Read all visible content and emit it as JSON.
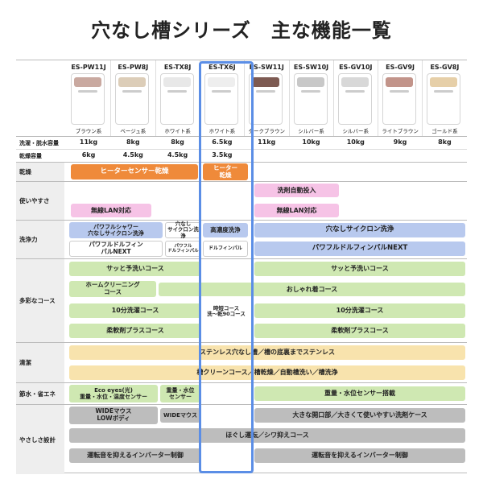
{
  "title": "穴なし槽シリーズ　主な機能一覧",
  "models": [
    {
      "name": "ES-PW11J",
      "color": "ブラウン系",
      "wash": "11kg",
      "dry": "6kg",
      "lid": "#c9a9a0"
    },
    {
      "name": "ES-PW8J",
      "color": "ベージュ系",
      "wash": "8kg",
      "dry": "4.5kg",
      "lid": "#dccdb8"
    },
    {
      "name": "ES-TX8J",
      "color": "ホワイト系",
      "wash": "8kg",
      "dry": "4.5kg",
      "lid": "#e8e8e8"
    },
    {
      "name": "ES-TX6J",
      "color": "ホワイト系",
      "wash": "6.5kg",
      "dry": "3.5kg",
      "lid": "#eeeeee"
    },
    {
      "name": "ES-SW11J",
      "color": "ダークブラウン",
      "wash": "11kg",
      "dry": "",
      "lid": "#7d5a52"
    },
    {
      "name": "ES-SW10J",
      "color": "シルバー系",
      "wash": "10kg",
      "dry": "",
      "lid": "#c8c8c8"
    },
    {
      "name": "ES-GV10J",
      "color": "シルバー系",
      "wash": "10kg",
      "dry": "",
      "lid": "#d8d8d8"
    },
    {
      "name": "ES-GV9J",
      "color": "ライトブラウン",
      "wash": "9kg",
      "dry": "",
      "lid": "#c2948a"
    },
    {
      "name": "ES-GV8J",
      "color": "ゴールド系",
      "wash": "8kg",
      "dry": "",
      "lid": "#e6cfa8"
    }
  ],
  "rows": {
    "capacity_wash": "洗濯・脱水容量",
    "capacity_dry": "乾燥容量",
    "drying": "乾燥",
    "usability": "使いやすさ",
    "washing": "洗浄力",
    "courses": "多彩なコース",
    "cleanliness": "清潔",
    "eco": "節水・省エネ",
    "design": "やさしさ設計"
  },
  "features": {
    "heater_dry": "ヒーターセンサー乾燥",
    "heater_dry_short": "ヒーター\n乾燥",
    "auto_detergent": "洗剤自動投入",
    "wifi_left": "無線LAN対応",
    "wifi_right": "無線LAN対応",
    "power_shower": "パワフルシャワー\n穴なしサイクロン洗浄",
    "anashi_cyclone_small": "穴なし\nサイクロン洗浄",
    "high_density": "高濃度洗浄",
    "anashi_cyclone": "穴なしサイクロン洗浄",
    "dolphin_next_left": "パワフルドルフィン\nパルNEXT",
    "dolphin_small1": "パワフル\nドルフィンパル",
    "dolphin_small2": "ドルフィンパル",
    "dolphin_next_right": "パワフルドルフィンパルNEXT",
    "quick_left": "サッと予洗いコース",
    "quick_right": "サッと予洗いコース",
    "home_cleaning": "ホームクリーニング\nコース",
    "oshare": "おしゃれ着コース",
    "ten_min_left": "10分洗濯コース",
    "ten_min_right": "10分洗濯コース",
    "jitan": "時短コース\n洗～乾90コース",
    "softener_left": "柔軟剤プラスコース",
    "softener_right": "柔軟剤プラスコース",
    "stainless": "ステンレス穴なし槽／槽の底裏までステンレス",
    "tub_clean": "槽クリーンコース／槽乾燥／自動槽洗い／槽洗浄",
    "eco_eyes": "Eco eyes(光)\n重量・水位・温度センサー",
    "weight_water_small": "重量・水位\nセンサー",
    "weight_water": "重量・水位センサー搭載",
    "wide_mouth": "WIDEマウス\nLOWボディ",
    "wide_mouth_small": "WIDEマウス",
    "big_opening": "大きな開口部／大きくて使いやすい洗剤ケース",
    "hogushi": "ほぐし運転／シワ抑えコース",
    "inverter_left": "運転音を抑えるインバーター制御",
    "inverter_right": "運転音を抑えるインバーター制御"
  },
  "colors": {
    "orange": "#ef8a3a",
    "pink": "#f6c3e6",
    "blue": "#b8c9ee",
    "green": "#cfe8b2",
    "yellow": "#f8e3ad",
    "gray": "#bdbdbd",
    "highlight": "#5b8ee6"
  }
}
